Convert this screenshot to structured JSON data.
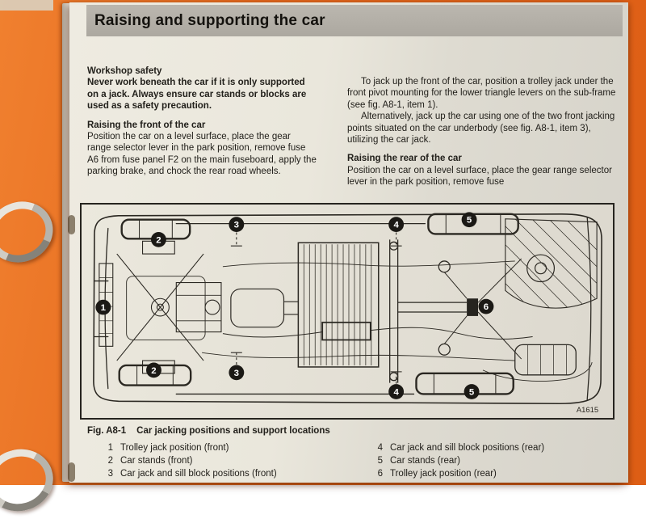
{
  "page": {
    "title": "Raising and supporting the car",
    "left_column": {
      "safety_heading": "Workshop safety",
      "safety_text": "Never work beneath the car if it is only supported on a jack. Always ensure car stands or blocks are used as a safety precaution.",
      "front_heading": "Raising the front of the car",
      "front_text": "Position the car on a level surface, place the gear range selector lever in the park position, remove fuse A6 from fuse panel F2 on the main fuseboard, apply the parking brake, and chock the rear road wheels."
    },
    "right_column": {
      "para_jack_front": "To jack up the front of the car, position a trolley jack under the front pivot mounting for the lower triangle levers on the sub-frame (see fig. A8-1, item 1).",
      "para_alternative": "Alternatively, jack up the car using one of the two front jacking points situated on the car underbody (see fig. A8-1, item 3), utilizing the car jack.",
      "rear_heading": "Raising the rear of the car",
      "rear_text": "Position the car on a level surface, place the gear range selector lever in the park position, remove fuse"
    },
    "figure": {
      "caption_label": "Fig. A8-1",
      "caption_title": "Car jacking positions and support locations",
      "ref_code": "A1615",
      "callouts": [
        "1",
        "2",
        "2",
        "3",
        "3",
        "4",
        "4",
        "5",
        "5",
        "6"
      ],
      "legend": [
        {
          "num": "1",
          "label": "Trolley jack position (front)"
        },
        {
          "num": "2",
          "label": "Car stands (front)"
        },
        {
          "num": "3",
          "label": "Car jack and sill block positions (front)"
        },
        {
          "num": "4",
          "label": "Car jack and sill block positions (rear)"
        },
        {
          "num": "5",
          "label": "Car stands (rear)"
        },
        {
          "num": "6",
          "label": "Trolley jack position (rear)"
        }
      ]
    }
  },
  "colors": {
    "binder_orange": "#e4661c",
    "page_cream": "#eae7dc",
    "header_gray": "#b3afa7",
    "ink": "#22201b"
  }
}
